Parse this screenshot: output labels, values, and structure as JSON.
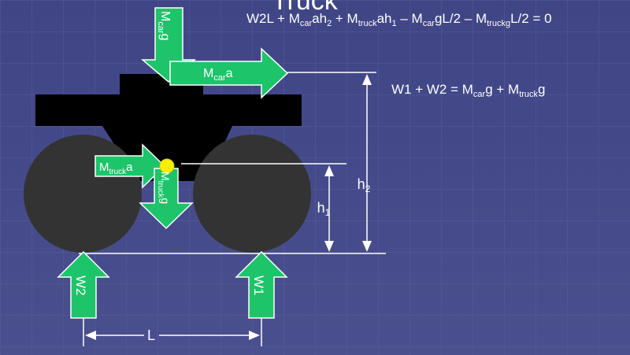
{
  "slide": {
    "title": "Truck",
    "background": "#4a4f8e",
    "equation1": {
      "parts": [
        {
          "t": "W2L + M"
        },
        {
          "s": "car"
        },
        {
          "t": "ah"
        },
        {
          "s": "2"
        },
        {
          "t": " + M"
        },
        {
          "s": "truck"
        },
        {
          "t": "ah"
        },
        {
          "s": "1"
        },
        {
          "t": " – M"
        },
        {
          "s": "car"
        },
        {
          "t": "gL/2 – M"
        },
        {
          "s": "truckg"
        },
        {
          "t": "L/2 = 0"
        }
      ]
    },
    "equation2": {
      "parts": [
        {
          "t": "W1 + W2 = M"
        },
        {
          "s": "car"
        },
        {
          "t": "g + M"
        },
        {
          "s": "truck"
        },
        {
          "t": "g"
        }
      ]
    }
  },
  "diagram": {
    "colors": {
      "arrow": "#1ec46a",
      "arrow_stroke": "#ffffff",
      "body": "#000000",
      "wheel": "#333333",
      "cg": "#f5f000",
      "line": "#ffffff"
    },
    "arrows": {
      "car_weight": {
        "main": "M",
        "sub": "car",
        "tail": "g"
      },
      "car_accel": {
        "main": "M",
        "sub": "car",
        "tail": "a"
      },
      "truck_accel": {
        "main": "M",
        "sub": "truck",
        "tail": "a"
      },
      "truck_weight": {
        "main": "M",
        "sub": "truck",
        "tail": "g"
      },
      "w2": "W2",
      "w1": "W1"
    },
    "dimensions": {
      "h1": "h",
      "h1_sub": "1",
      "h2": "h",
      "h2_sub": "2",
      "L": "L"
    }
  }
}
